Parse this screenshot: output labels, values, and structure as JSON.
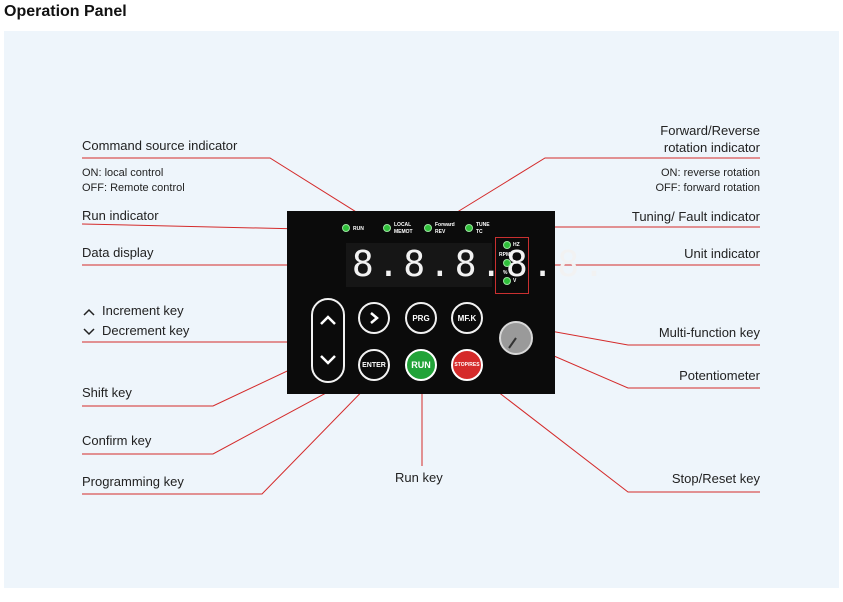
{
  "title": "Operation Panel",
  "labels": {
    "command_source": "Command source indicator",
    "command_on": "ON: local control",
    "command_off": "OFF: Remote control",
    "fwd_rev_1": "Forward/Reverse",
    "fwd_rev_2": "rotation indicator",
    "fwd_on": "ON: reverse rotation",
    "fwd_off": "OFF: forward rotation",
    "run_indicator": "Run indicator",
    "tuning_fault": "Tuning/ Fault indicator",
    "data_display": "Data display",
    "unit_indicator": "Unit indicator",
    "increment": "Increment key",
    "decrement": "Decrement key",
    "multi_function": "Multi-function key",
    "shift": "Shift key",
    "potentiometer": "Potentiometer",
    "confirm": "Confirm key",
    "programming": "Programming key",
    "run_key": "Run key",
    "stop_reset": "Stop/Reset key"
  },
  "panel": {
    "led_run": "RUN",
    "led_local_1": "LOCAL",
    "led_local_2": "MEMOT",
    "led_fwd_1": "Forward",
    "led_fwd_2": "REV",
    "led_tune_1": "TUNE",
    "led_tune_2": "TC",
    "display": "8.8.8.8.8.",
    "units": {
      "hz": "HZ",
      "rpm": "RPM",
      "a": "A",
      "pct": "%",
      "v": "V"
    },
    "keys": {
      "prg": "PRG",
      "mfk": "MF.K",
      "enter": "ENTER",
      "run": "RUN",
      "stop": "STOP/RES"
    }
  },
  "colors": {
    "leader": "#d42a2a",
    "background": "#eef5fb",
    "panel": "#0b0b0b",
    "run": "#22a339",
    "stop": "#d52b2b"
  },
  "icons": {
    "up": "chevron-up-icon",
    "down": "chevron-down-icon",
    "shift": "chevron-right-icon"
  }
}
